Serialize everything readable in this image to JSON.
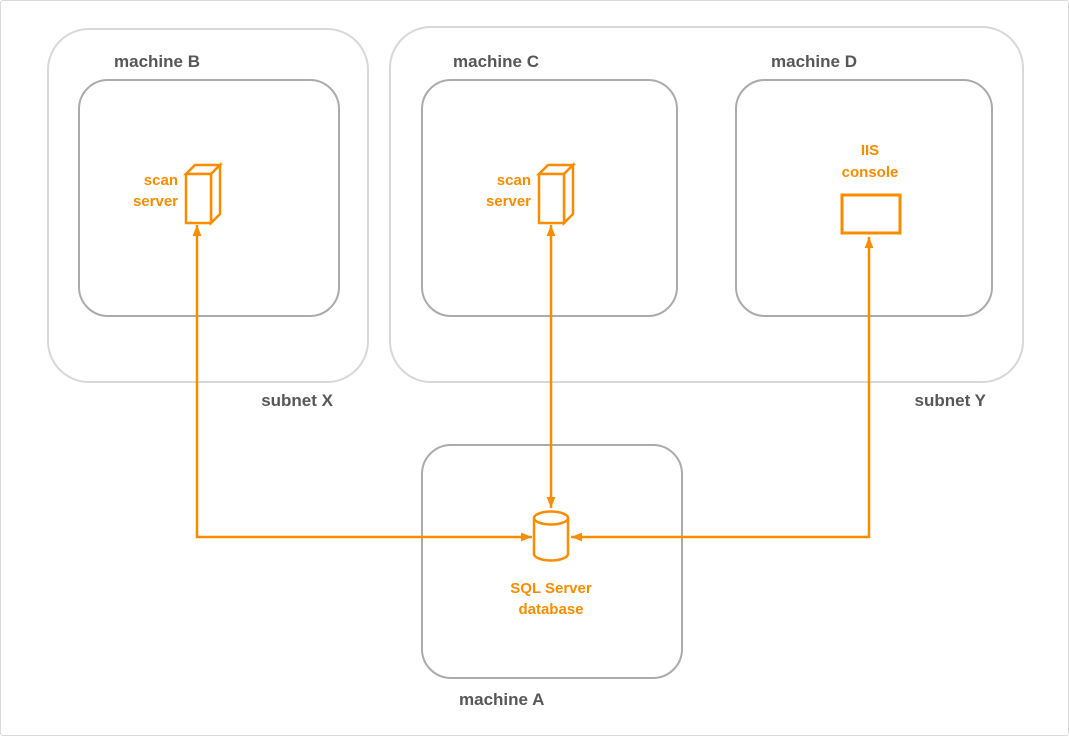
{
  "diagram": {
    "colors": {
      "accent": "#FA8C00",
      "machine_border": "#ABABAB",
      "subnet_border": "#D8D8D8",
      "label_text": "#575757",
      "background": "#FFFFFF"
    },
    "subnets": [
      {
        "id": "subnet-x",
        "label": "subnet X"
      },
      {
        "id": "subnet-y",
        "label": "subnet Y"
      }
    ],
    "machines": [
      {
        "id": "machine-a",
        "label": "machine A"
      },
      {
        "id": "machine-b",
        "label": "machine B"
      },
      {
        "id": "machine-c",
        "label": "machine C"
      },
      {
        "id": "machine-d",
        "label": "machine D"
      }
    ],
    "nodes": [
      {
        "id": "scan-server-b",
        "icon": "server-box-3d",
        "label_lines": [
          "scan",
          "server"
        ]
      },
      {
        "id": "scan-server-c",
        "icon": "server-box-3d",
        "label_lines": [
          "scan",
          "server"
        ]
      },
      {
        "id": "iis-console",
        "icon": "console-rectangle",
        "label_lines": [
          "IIS",
          "console"
        ]
      },
      {
        "id": "sql-database",
        "icon": "database-cylinder",
        "label_lines": [
          "SQL Server",
          "database"
        ]
      }
    ],
    "connections": [
      {
        "from": "sql-database",
        "to": "scan-server-b",
        "arrows": "both-ends"
      },
      {
        "from": "sql-database",
        "to": "scan-server-c",
        "arrows": "both-ends"
      },
      {
        "from": "sql-database",
        "to": "iis-console",
        "arrows": "both-ends"
      }
    ]
  }
}
